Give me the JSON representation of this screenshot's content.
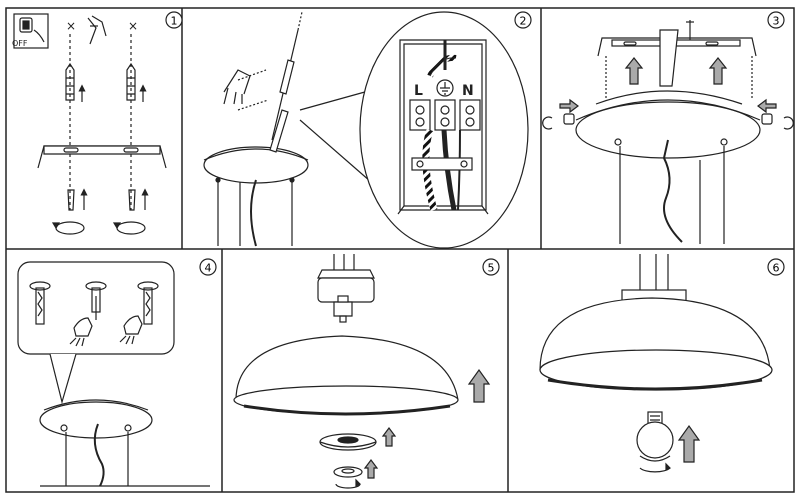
{
  "steps": [
    {
      "number": "1"
    },
    {
      "number": "2"
    },
    {
      "number": "3"
    },
    {
      "number": "4"
    },
    {
      "number": "5"
    },
    {
      "number": "6"
    }
  ],
  "labels": {
    "power_off": "OFF",
    "live": "L",
    "neutral": "N",
    "cross": "×"
  }
}
